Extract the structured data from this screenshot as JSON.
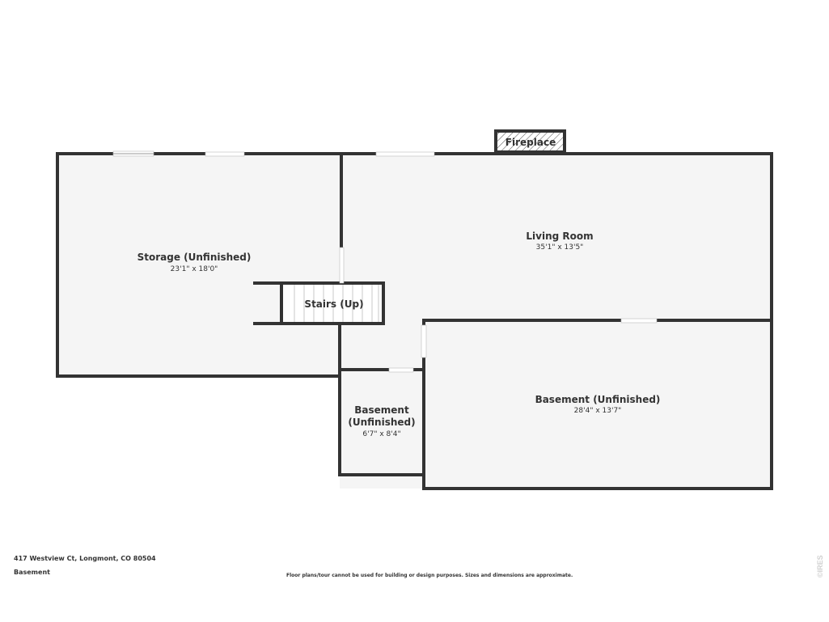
{
  "colors": {
    "wall": "#333333",
    "floor": "#f5f5f5",
    "opening": "#ffffff",
    "text": "#333333",
    "watermark": "#d0d0d0"
  },
  "rooms": {
    "storage": {
      "name": "Storage (Unfinished)",
      "dims": "23'1\" x 18'0\""
    },
    "living": {
      "name": "Living Room",
      "dims": "35'1\" x 13'5\""
    },
    "stairs": {
      "name": "Stairs (Up)"
    },
    "fireplace": {
      "name": "Fireplace"
    },
    "basement_small": {
      "name_line1": "Basement",
      "name_line2": "(Unfinished)",
      "dims": "6'7\" x 8'4\""
    },
    "basement_large": {
      "name": "Basement (Unfinished)",
      "dims": "28'4\" x 13'7\""
    }
  },
  "footer": {
    "address": "417 Westview Ct, Longmont, CO 80504",
    "level": "Basement",
    "disclaimer": "Floor plans/tour cannot be used for building or design purposes. Sizes and dimensions are approximate.",
    "watermark": "©IRES"
  }
}
